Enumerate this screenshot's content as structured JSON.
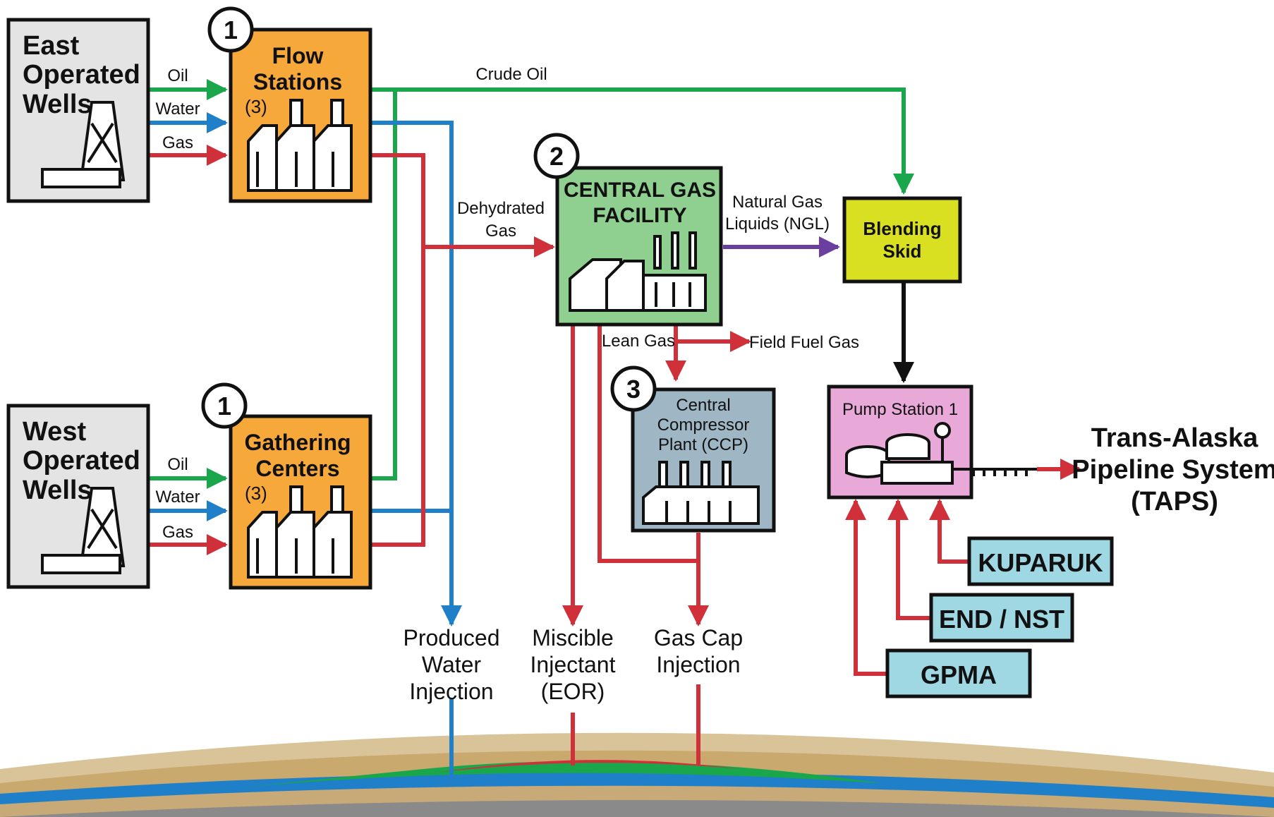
{
  "sources": {
    "east_wells": [
      "East",
      "Operated",
      "Wells"
    ],
    "west_wells": [
      "West",
      "Operated",
      "Wells"
    ]
  },
  "stream_labels": {
    "oil": "Oil",
    "water": "Water",
    "gas": "Gas"
  },
  "flow_stations": {
    "number": "1",
    "title": [
      "Flow",
      "Stations"
    ],
    "count": "(3)"
  },
  "gathering_centers": {
    "number": "1",
    "title": [
      "Gathering",
      "Centers"
    ],
    "count": "(3)"
  },
  "central_gas_facility": {
    "number": "2",
    "title": [
      "CENTRAL GAS",
      "FACILITY"
    ]
  },
  "ccp": {
    "number": "3",
    "title": [
      "Central",
      "Compressor",
      "Plant (CCP)"
    ]
  },
  "blending_skid": {
    "title": [
      "Blending",
      "Skid"
    ]
  },
  "pump_station": {
    "title": "Pump Station 1"
  },
  "taps": {
    "title": [
      "Trans-Alaska",
      "Pipeline System",
      "(TAPS)"
    ]
  },
  "flow_labels": {
    "crude_oil": "Crude Oil",
    "dehydrated_gas": [
      "Dehydrated",
      "Gas"
    ],
    "ngl": [
      "Natural Gas",
      "Liquids (NGL)"
    ],
    "lean_gas": "Lean Gas",
    "field_fuel_gas": "Field Fuel Gas"
  },
  "injections": {
    "produced_water": [
      "Produced",
      "Water",
      "Injection"
    ],
    "miscible": [
      "Miscible",
      "Injectant",
      "(EOR)"
    ],
    "gas_cap": [
      "Gas Cap",
      "Injection"
    ]
  },
  "external_fields": [
    "KUPARUK",
    "END / NST",
    "GPMA"
  ],
  "colors": {
    "oil": "#1aa64b",
    "water": "#1f7fc8",
    "gas": "#d0303a",
    "ngl": "#6a3fa0",
    "orange_box": "#f7a83a",
    "green_box": "#8fcf8f",
    "blue_gray_box": "#9fb7c4",
    "yellow_box": "#d9e021",
    "pink_box": "#e8a8d8",
    "cyan_box": "#9fd8e3",
    "well_box": "#e4e4e4"
  }
}
